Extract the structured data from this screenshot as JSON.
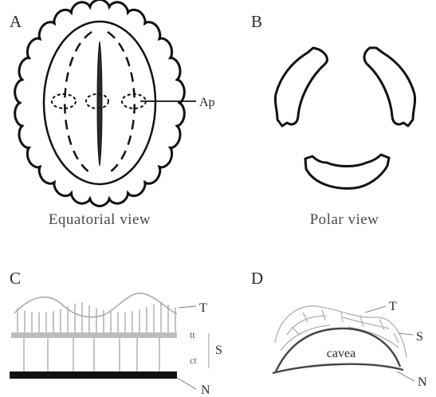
{
  "panels": {
    "a": {
      "letter": "A",
      "caption": "Equatorial view",
      "aperture_label": "Ap"
    },
    "b": {
      "letter": "B",
      "caption": "Polar view"
    },
    "c": {
      "letter": "C",
      "labels": {
        "t": "T",
        "tt": "tt",
        "s": "S",
        "ct": "ct",
        "n": "N"
      }
    },
    "d": {
      "letter": "D",
      "labels": {
        "t": "T",
        "s": "S",
        "cavea": "cavea",
        "n": "N"
      }
    }
  }
}
